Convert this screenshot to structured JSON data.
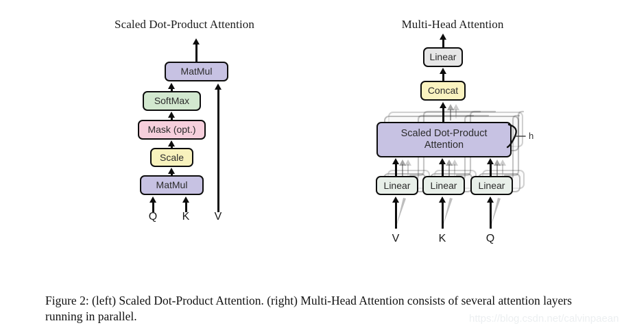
{
  "figure": {
    "caption": "Figure 2:  (left) Scaled Dot-Product Attention.  (right) Multi-Head Attention consists of several attention layers running in parallel.",
    "watermark": "https://blog.csdn.net/calvinpaean",
    "background": "#ffffff"
  },
  "left_diagram": {
    "title": "Scaled Dot-Product Attention",
    "nodes": [
      {
        "label": "MatMul",
        "color": "#c7c2e3"
      },
      {
        "label": "SoftMax",
        "color": "#d2e8cf"
      },
      {
        "label": "Mask (opt.)",
        "color": "#f6cfdc"
      },
      {
        "label": "Scale",
        "color": "#f8f2bd"
      },
      {
        "label": "MatMul",
        "color": "#c7c2e3"
      }
    ],
    "inputs": [
      "Q",
      "K",
      "V"
    ]
  },
  "right_diagram": {
    "title": "Multi-Head Attention",
    "nodes": [
      {
        "label": "Linear",
        "color": "#e6e6e6"
      },
      {
        "label": "Concat",
        "color": "#faf3c0"
      },
      {
        "label": "Scaled Dot-Product",
        "label2": "Attention",
        "color": "#c7c2e3"
      },
      {
        "label": "Linear",
        "color": "#e8efe9"
      },
      {
        "label": "Linear",
        "color": "#e8efe9"
      },
      {
        "label": "Linear",
        "color": "#e8efe9"
      }
    ],
    "heads_label": "h",
    "inputs": [
      "V",
      "K",
      "Q"
    ]
  },
  "colors": {
    "matmul": "#c7c2e3",
    "softmax": "#d2e8cf",
    "mask": "#f6cfdc",
    "scale": "#f8f2bd",
    "linear_top": "#e6e6e6",
    "concat": "#faf3c0",
    "attention": "#c7c2e3",
    "linear_bottom": "#e8efe9",
    "stroke": "#0d0d0d",
    "text": "#2b2b2b",
    "watermark": "#eceff1"
  }
}
